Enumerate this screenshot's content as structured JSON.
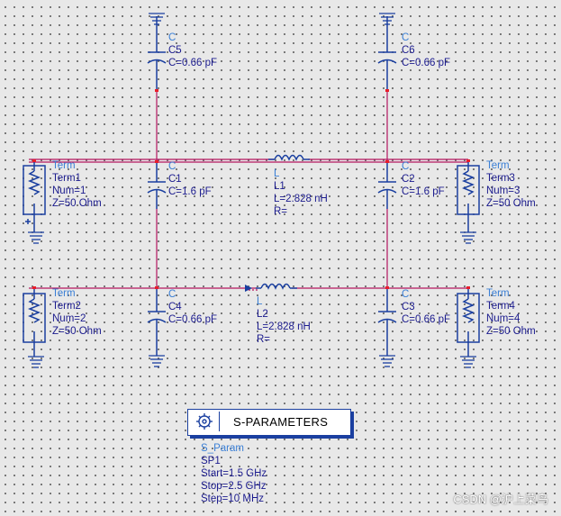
{
  "schematic": {
    "components": {
      "c5": {
        "type": "C",
        "name": "C5",
        "value": "C=0.66 pF"
      },
      "c6": {
        "type": "C",
        "name": "C6",
        "value": "C=0.66 pF"
      },
      "c1": {
        "type": "C",
        "name": "C1",
        "value": "C=1.6 pF"
      },
      "c2": {
        "type": "C",
        "name": "C2",
        "value": "C=1.6 pF"
      },
      "c4": {
        "type": "C",
        "name": "C4",
        "value": "C=0.66 pF"
      },
      "c3": {
        "type": "C",
        "name": "C3",
        "value": "C=0.66 pF"
      },
      "l1": {
        "type": "L",
        "name": "L1",
        "value": "L=2.828 nH",
        "r": "R="
      },
      "l2": {
        "type": "L",
        "name": "L2",
        "value": "L=2.828 nH",
        "r": "R="
      },
      "term1": {
        "type": "Term",
        "name": "Term1",
        "num": "Num=1",
        "z": "Z=50 Ohm"
      },
      "term2": {
        "type": "Term",
        "name": "Term2",
        "num": "Num=2",
        "z": "Z=50 Ohm"
      },
      "term3": {
        "type": "Term",
        "name": "Term3",
        "num": "Num=3",
        "z": "Z=50 Ohm"
      },
      "term4": {
        "type": "Term",
        "name": "Term4",
        "num": "Num=4",
        "z": "Z=50 Ohm"
      }
    },
    "sparam": {
      "title": "S-PARAMETERS",
      "type": "S_Param",
      "name": "SP1",
      "start": "Start=1.5 GHz",
      "stop": "Stop=2.5 GHz",
      "step": "Step=10 MHz",
      "icon": "gear-icon"
    },
    "colors": {
      "wire": "#b4155f",
      "component": "#1a3fa0",
      "label_blue": "#2a6bcf",
      "label_dark": "#1b1b8e",
      "pin": "#e81e2a"
    }
  },
  "watermark": "CSDN @沪上菜鸟"
}
